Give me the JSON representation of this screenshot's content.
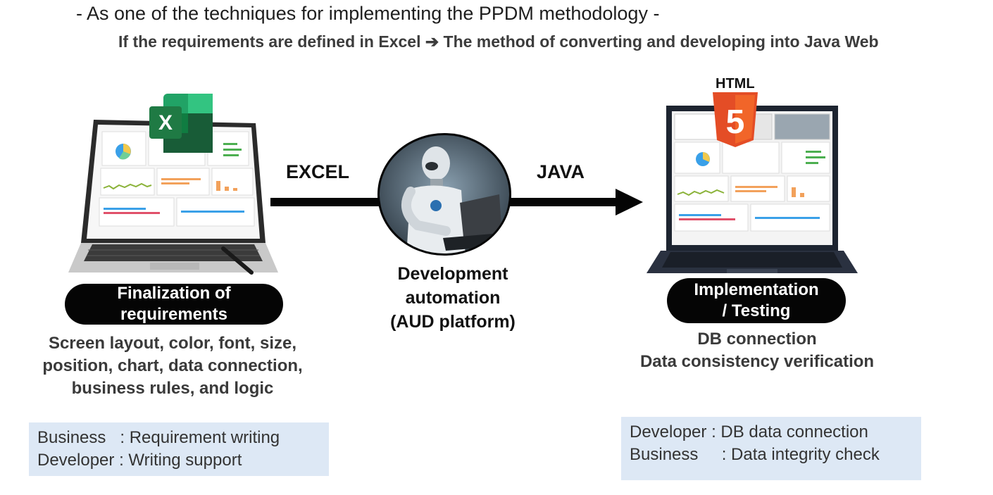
{
  "header": {
    "title": "- As one of the techniques for implementing the PPDM methodology -",
    "subtitle": "If the requirements are defined in Excel ➔ The method of converting and developing into Java Web"
  },
  "left": {
    "excel_icon_letter": "X",
    "pill_line1": "Finalization of",
    "pill_line2": "requirements",
    "desc_line1": "Screen layout, color, font, size,",
    "desc_line2": "position, chart, data connection,",
    "desc_line3": "business rules, and logic",
    "role_line1": "Business   : Requirement writing",
    "role_line2": "Developer : Writing support"
  },
  "center": {
    "left_arrow_label": "EXCEL",
    "right_arrow_label": "JAVA",
    "caption_line1": "Development",
    "caption_line2": "automation",
    "caption_line3": "(AUD platform)"
  },
  "right": {
    "html_badge_label": "HTML",
    "html_badge_number": "5",
    "pill_line1": "Implementation",
    "pill_line2": "/ Testing",
    "desc_line1": "DB connection",
    "desc_line2": "Data consistency verification",
    "role_line1": "Developer : DB data connection",
    "role_line2": "Business     : Data integrity check"
  },
  "colors": {
    "excel_green": "#1f7a44",
    "html5_orange": "#e44d26",
    "role_box_bg": "#dde8f5",
    "pill_bg": "#050505",
    "accent_blue": "#3aa0e8",
    "accent_red": "#e0506a",
    "accent_orange": "#f2a15b"
  }
}
